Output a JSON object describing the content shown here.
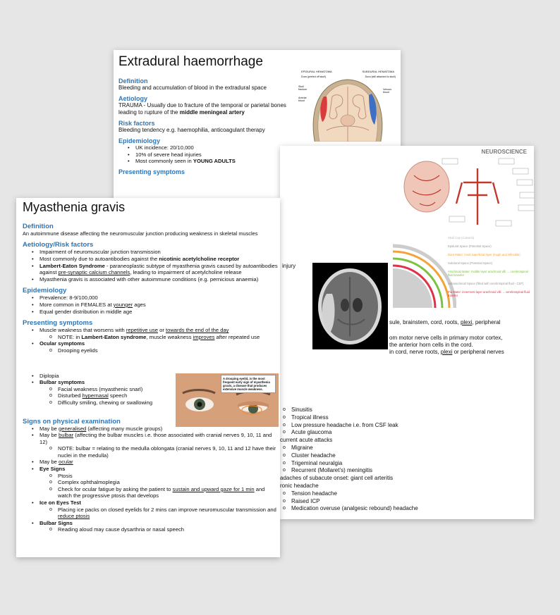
{
  "extradural": {
    "title": "Extradural haemorrhage",
    "definition_h": "Definition",
    "definition": "Bleeding and accumulation of blood in the extradural space",
    "aetiology_h": "Aetiology",
    "aetiology_a": "TRAUMA - Usually due to fracture of the temporal or parietal bones leading to rupture of the ",
    "aetiology_b": "middle meningeal artery",
    "risk_h": "Risk factors",
    "risk": "Bleeding tendency e.g. haemophilia, anticoagulant therapy",
    "epi_h": "Epidemiology",
    "epi_1": "UK incidence: 20/10,000",
    "epi_2": "10% of severe head injuries",
    "epi_3a": "Most commonly seen in ",
    "epi_3b": "YOUNG ADULTS",
    "present_h": "Presenting symptoms",
    "fig_label_l": "EPIDURAL HEMATOMA",
    "fig_label_r": "SUBDURAL HEMATOMA",
    "fig_dura_l": "Dura (peeled off skull)",
    "fig_dura_r": "Dura (still attached to skull)",
    "fig_skull": "Skull fracture",
    "fig_art": "Arterial blood",
    "fig_ven": "Venous blood",
    "injury_frag": "injury"
  },
  "neuro": {
    "header": "NEUROSCIENCE",
    "layers": [
      {
        "label": "Skull Cap (Calvaria)",
        "color": "#bbbbbb"
      },
      {
        "label": "Epidural Space (Potential Space)",
        "color": "#999999"
      },
      {
        "label": "Dura Mater: most superficial layer (tough and inflexible)",
        "color": "#f4a23a"
      },
      {
        "label": "Subdural Space (Potential Space)",
        "color": "#999999"
      },
      {
        "label": "Arachnoid Mater: middle layer arachnoid villi → cerebrospinal fluid transfer",
        "color": "#7cc242"
      },
      {
        "label": "Subarachnoid Space (filled with cerebrospinal fluid - CSF)",
        "color": "#999999"
      },
      {
        "label": "Pia Mater: innermost layer arachnoid villi → cerebrospinal fluid transfer",
        "color": "#e0314b"
      }
    ],
    "lines": [
      {
        "a": "sule, brainstem, cord, roots, ",
        "u": "plexi",
        "c": ", peripheral"
      },
      {
        "a": "om motor nerve cells in primary motor cortex,",
        "u": "",
        "c": ""
      },
      {
        "a": "the anterior horn cells in the cord.",
        "u": "",
        "c": ""
      },
      {
        "a": "in cord, nerve roots, ",
        "u": "plexi",
        "c": " or peripheral nerves"
      }
    ],
    "list": [
      {
        "t": "Sinusitis",
        "lvl": 2
      },
      {
        "t": "Tropical illness",
        "lvl": 2
      },
      {
        "t": "Low pressure headache i.e. from CSF leak",
        "lvl": 2
      },
      {
        "t": "Acute glaucoma",
        "lvl": 2
      },
      {
        "t": "current acute attacks",
        "lvl": 0
      },
      {
        "t": "Migraine",
        "lvl": 2
      },
      {
        "t": "Cluster headache",
        "lvl": 2
      },
      {
        "t": "Trigeminal neuralgia",
        "lvl": 2
      },
      {
        "t": "Recurrent (Mollaret’s) meningitis",
        "lvl": 2
      },
      {
        "t": "adaches of subacute onset: giant cell arteritis",
        "lvl": 0
      },
      {
        "t": "ronic headache",
        "lvl": 0
      },
      {
        "t": "Tension headache",
        "lvl": 2
      },
      {
        "t": "Raised ICP",
        "lvl": 2
      },
      {
        "t": "Medication overuse (analgesic rebound) headache",
        "lvl": 2
      }
    ]
  },
  "mg": {
    "title": "Myasthenia gravis",
    "definition_h": "Definition",
    "definition": "An autoimmune disease affecting the neuromuscular junction producing weakness in skeletal muscles",
    "aet_h": "Aetiology/Risk factors",
    "aet_1": "Impairment of neuromuscular junction transmission",
    "aet_2a": "Most commonly due to autoantibodies against the ",
    "aet_2b": "nicotinic acetylcholine receptor",
    "aet_3a": "Lambert-Eaton Syndrome",
    "aet_3b": " - paraneoplastic subtype of myasthenia gravis caused by autoantibodies against ",
    "aet_3c": "pre-synaptic calcium channels",
    "aet_3d": ", leading to impairment of acetylcholine release",
    "aet_4": "Myasthenia gravis is associated with other autoimmune conditions (e.g. pernicious anaemia)",
    "epi_h": "Epidemiology",
    "epi_1": "Prevalence: 8-9/100,000",
    "epi_2a": "More common in FEMALES at ",
    "epi_2b": "younger",
    "epi_2c": " ages",
    "epi_3": "Equal gender distribution in middle age",
    "pres_h": "Presenting symptoms",
    "pres_1a": "Muscle weakness that worsens with ",
    "pres_1b": "repetitive use",
    "pres_1c": " or ",
    "pres_1d": "towards the end of the day",
    "pres_1n_a": "NOTE: in ",
    "pres_1n_b": "Lambert-Eaton syndrome",
    "pres_1n_c": ", muscle weakness ",
    "pres_1n_d": "improves",
    "pres_1n_e": " after repeated use",
    "ocular_h": "Ocular symptoms",
    "ocular_1": "Drooping eyelids",
    "ocular_2": "Diplopia",
    "eye_caption": "A drooping eyelid, is the most frequent early sign of myasthenia gravis, a disease that produces extensive muscle weakness.",
    "bulbar_h": "Bulbar symptoms",
    "bulbar_1": "Facial weakness (myasthenic snarl)",
    "bulbar_2a": "Disturbed ",
    "bulbar_2b": "hypernasal",
    "bulbar_2c": " speech",
    "bulbar_3": "Difficulty smiling, chewing or swallowing",
    "signs_h": "Signs on physical examination",
    "s1a": "May be ",
    "s1b": "generalised",
    "s1c": " (affecting many muscle groups)",
    "s2a": "May be ",
    "s2b": "bulbar",
    "s2c": " (affecting the bulbar muscles i.e. those associated with cranial nerves 9, 10, 11 and 12)",
    "s2n": "NOTE: bulbar = relating to the medulla oblongata (cranial nerves 9, 10, 11 and 12 have their nuclei in the medulla)",
    "s3a": "May be ",
    "s3b": "ocular",
    "eye_signs": "Eye Signs",
    "es1": "Ptosis",
    "es2": "Complex ophthalmoplegia",
    "es3a": "Check for ocular fatigue by asking the patient to ",
    "es3b": "sustain and upward gaze for 1 min",
    "es3c": " and watch the progressive ptosis that develops",
    "ice_h": "Ice on Eyes Test",
    "ice_1a": "Placing ice packs on closed eyelids for 2 mins can improve neuromuscular transmission and ",
    "ice_1b": "reduce ptosis",
    "bulbar_signs": "Bulbar Signs",
    "bs1": "Reading aloud may cause dysarthria or nasal speech"
  }
}
